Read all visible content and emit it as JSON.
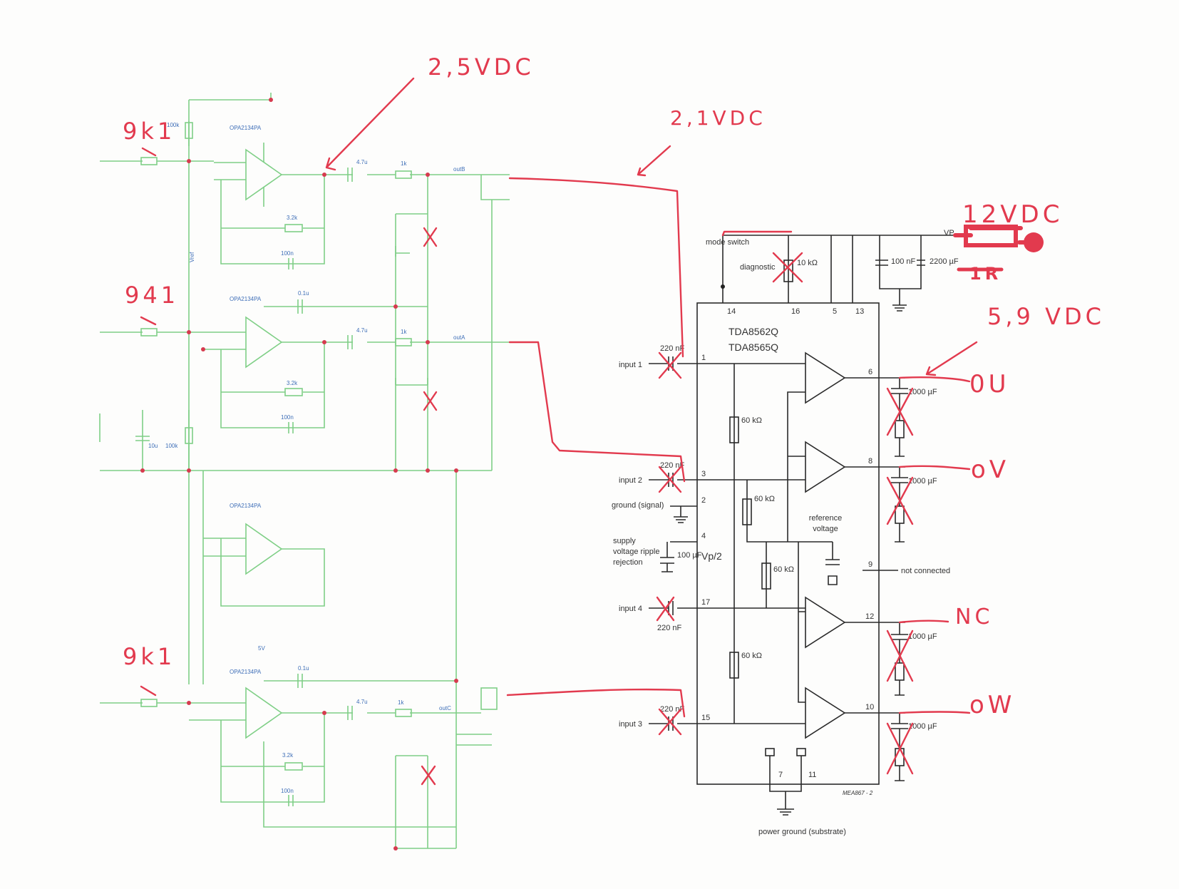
{
  "annotations": {
    "v_opamp_out": "2,5VDC",
    "v_input": "2,1VDC",
    "v_supply": "12VDC",
    "r_supply": "1R",
    "v_output": "5,9 VDC",
    "r_ch1": "9k1",
    "r_ch2": "941",
    "r_ch3": "9k1",
    "out_u": "0U",
    "out_v": "oV",
    "out_nc": "NC",
    "out_w": "oW"
  },
  "chip": {
    "name1": "TDA8562Q",
    "name2": "TDA8565Q",
    "mode_switch": "mode switch",
    "diagnostic": "diagnostic",
    "diag_res": "10 kΩ",
    "supply_label": "VP",
    "cap_100n": "100 nF",
    "cap_2200": "2200 µF",
    "input1": "input 1",
    "input2": "input 2",
    "input3": "input 3",
    "input4": "input 4",
    "cap_220": "220 nF",
    "ground_signal": "ground (signal)",
    "svrr": "supply voltage ripple rejection",
    "svrr_cap": "100 µF",
    "vp2": "Vp/2",
    "reference_voltage": "reference voltage",
    "not_connected": "not connected",
    "res_60": "60 kΩ",
    "cap_1000": "1000 µF",
    "power_ground": "power ground (substrate)",
    "drawing_code": "MEA867 - 2",
    "pins": [
      "14",
      "16",
      "5",
      "13",
      "1",
      "3",
      "2",
      "4",
      "17",
      "15",
      "6",
      "8",
      "9",
      "12",
      "10",
      "7",
      "11"
    ]
  },
  "schematic": {
    "opamp_u11": "OPA2134PA",
    "opamp_u12": "OPA2134PA",
    "opamp_u2": "OPA2134PA",
    "opamp_u3": "OPA2134PA",
    "r_100k": "100k",
    "r_3k": "3.2k",
    "c_100n": "100n",
    "c_47u": "4.7u",
    "c_10u": "10u",
    "r_1k": "1k",
    "c_01u": "0.1u",
    "v5": "5V",
    "net_a": "outB",
    "net_b": "outA",
    "net_c": "outC",
    "vref": "Vref"
  }
}
